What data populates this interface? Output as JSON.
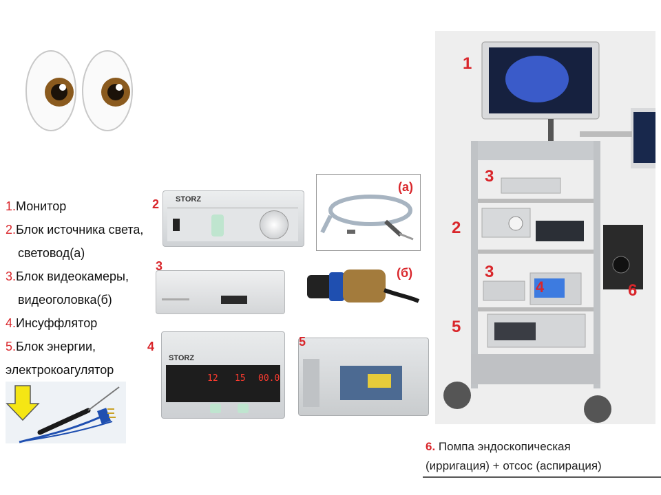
{
  "legend": [
    {
      "num": "1.",
      "text": "Монитор"
    },
    {
      "num": "2.",
      "text": "Блок источника света,"
    },
    {
      "num": "",
      "text": "световод(а)"
    },
    {
      "num": "3.",
      "text": "Блок видеокамеры,"
    },
    {
      "num": "",
      "text": "видеоголовка(б)"
    },
    {
      "num": "4.",
      "text": "Инсуффлятор"
    },
    {
      "num": "5.",
      "text": "Блок энергии,"
    },
    {
      "num": "",
      "text": "электрокоагулятор"
    }
  ],
  "device_labels": {
    "light_source": "2",
    "camera_unit": "3",
    "insufflator": "4",
    "energy_unit": "5",
    "light_guide": "(а)",
    "camera_head": "(б)"
  },
  "rack_labels": {
    "monitor": "1",
    "camera_top": "3",
    "light": "2",
    "camera_mid": "3",
    "insufflator": "4",
    "pump": "6",
    "energy": "5"
  },
  "device_text": {
    "storz": "STORZ",
    "insufflator_display_1": "12",
    "insufflator_display_2": "15",
    "insufflator_display_3": "00.0"
  },
  "caption": {
    "line1_num": "6.",
    "line1_text": " Помпа эндоскопическая",
    "line2_text": "(ирригация) + отсос (аспирация)"
  },
  "colors": {
    "accent_red": "#d9262b",
    "arrow_yellow": "#f5e614",
    "device_grey": "#d7d9db",
    "rack_bg": "#eeeeee"
  }
}
